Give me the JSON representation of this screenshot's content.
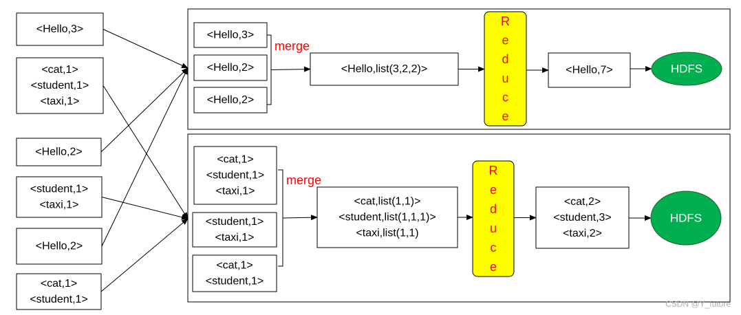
{
  "colors": {
    "reduce_fill": "#ffff00",
    "reduce_text": "#ff0000",
    "merge_text": "#ff0000",
    "hdfs_fill": "#00b050",
    "hdfs_text": "#ffffff"
  },
  "inputs": [
    {
      "lines": [
        "<Hello,3>"
      ]
    },
    {
      "lines": [
        "<cat,1>",
        "<student,1>",
        "<taxi,1>"
      ]
    },
    {
      "lines": [
        "<Hello,2>"
      ]
    },
    {
      "lines": [
        "<student,1>",
        "<taxi,1>"
      ]
    },
    {
      "lines": [
        "<Hello,2>"
      ]
    },
    {
      "lines": [
        "<cat,1>",
        "<student,1>"
      ]
    }
  ],
  "groups": [
    {
      "partitions": [
        {
          "lines": [
            "<Hello,3>"
          ]
        },
        {
          "lines": [
            "<Hello,2>"
          ]
        },
        {
          "lines": [
            "<Hello,2>"
          ]
        }
      ],
      "merge_label": "merge",
      "merged": {
        "lines": [
          "<Hello,list(3,2,2)>"
        ]
      },
      "reduce_letters": [
        "R",
        "e",
        "d",
        "u",
        "c",
        "e"
      ],
      "output": {
        "lines": [
          "<Hello,7>"
        ]
      },
      "sink": "HDFS"
    },
    {
      "partitions": [
        {
          "lines": [
            "<cat,1>",
            "<student,1>",
            "<taxi,1>"
          ]
        },
        {
          "lines": [
            "<student,1>",
            "<taxi,1>"
          ]
        },
        {
          "lines": [
            "<cat,1>",
            "<student,1>"
          ]
        }
      ],
      "merge_label": "merge",
      "merged": {
        "lines": [
          "<cat,list(1,1)>",
          "<student,list(1,1,1)>",
          "<taxi,list(1,1)"
        ]
      },
      "reduce_letters": [
        "R",
        "e",
        "d",
        "u",
        "c",
        "e"
      ],
      "output": {
        "lines": [
          "<cat,2>",
          "<student,3>",
          "<taxi,2>"
        ]
      },
      "sink": "HDFS"
    }
  ],
  "watermark": "CSDN @Y_future"
}
